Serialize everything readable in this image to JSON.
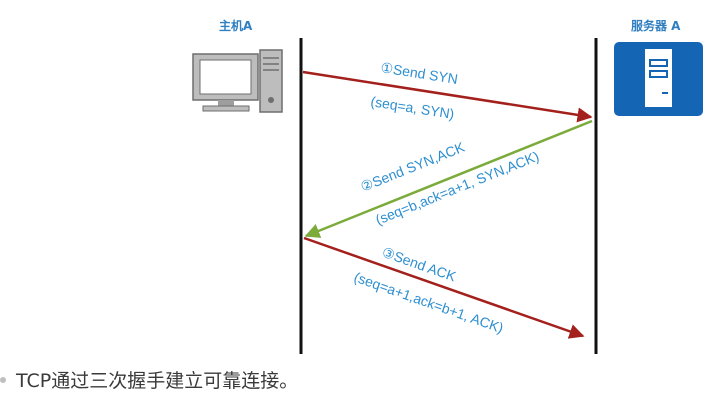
{
  "client": {
    "label": "主机A",
    "icon": "desktop-computer-icon"
  },
  "server": {
    "label": "服务器 A",
    "icon": "server-icon",
    "icon_bg": "#1565b5"
  },
  "messages": [
    {
      "step_label": "①Send SYN",
      "detail": "(seq=a, SYN)",
      "direction": "client-to-server",
      "color": "#a3201c"
    },
    {
      "step_label": "②Send SYN,ACK",
      "detail": "(seq=b,ack=a+1, SYN,ACK)",
      "direction": "server-to-client",
      "color": "#7aab3b"
    },
    {
      "step_label": "③Send ACK",
      "detail": "(seq=a+1,ack=b+1, ACK)",
      "direction": "client-to-server",
      "color": "#a3201c"
    }
  ],
  "text_color": "#2e8fd0",
  "caption": "TCP通过三次握手建立可靠连接。"
}
